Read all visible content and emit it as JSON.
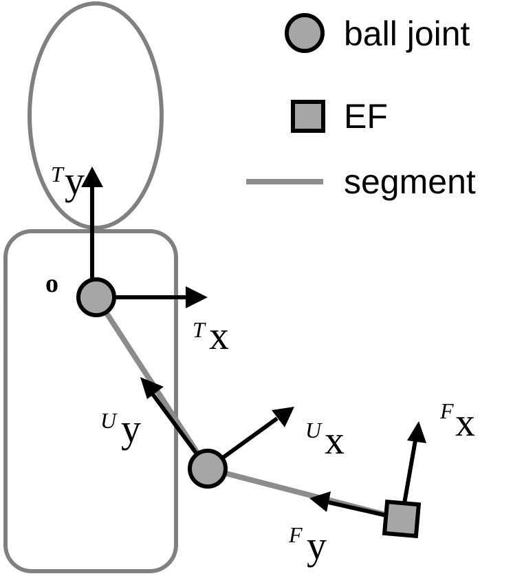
{
  "colors": {
    "outline": "#808080",
    "segment": "#8c8c8c",
    "joint_fill": "#a6a6a6",
    "ef_fill": "#a6a6a6",
    "axis": "#000000"
  },
  "legend": {
    "ball_joint_label": "ball joint",
    "ef_label": "EF",
    "segment_label": "segment"
  },
  "origin_label": "o",
  "axes": {
    "torso_y": {
      "sup": "T",
      "main": "y"
    },
    "torso_x": {
      "sup": "T",
      "main": "x"
    },
    "upper_y": {
      "sup": "U",
      "main": "y"
    },
    "upper_x": {
      "sup": "U",
      "main": "x"
    },
    "ef_x": {
      "sup": "F",
      "main": "x"
    },
    "ef_y": {
      "sup": "F",
      "main": "y"
    }
  }
}
